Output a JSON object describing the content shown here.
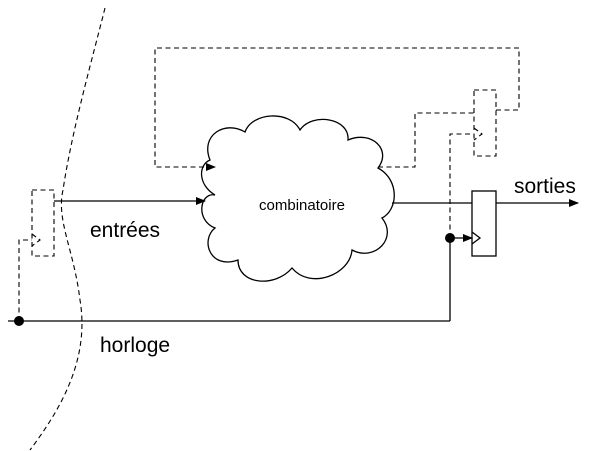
{
  "diagram": {
    "labels": {
      "combinational": "combinatoire",
      "inputs": "entrées",
      "outputs": "sorties",
      "clock": "horloge"
    }
  }
}
